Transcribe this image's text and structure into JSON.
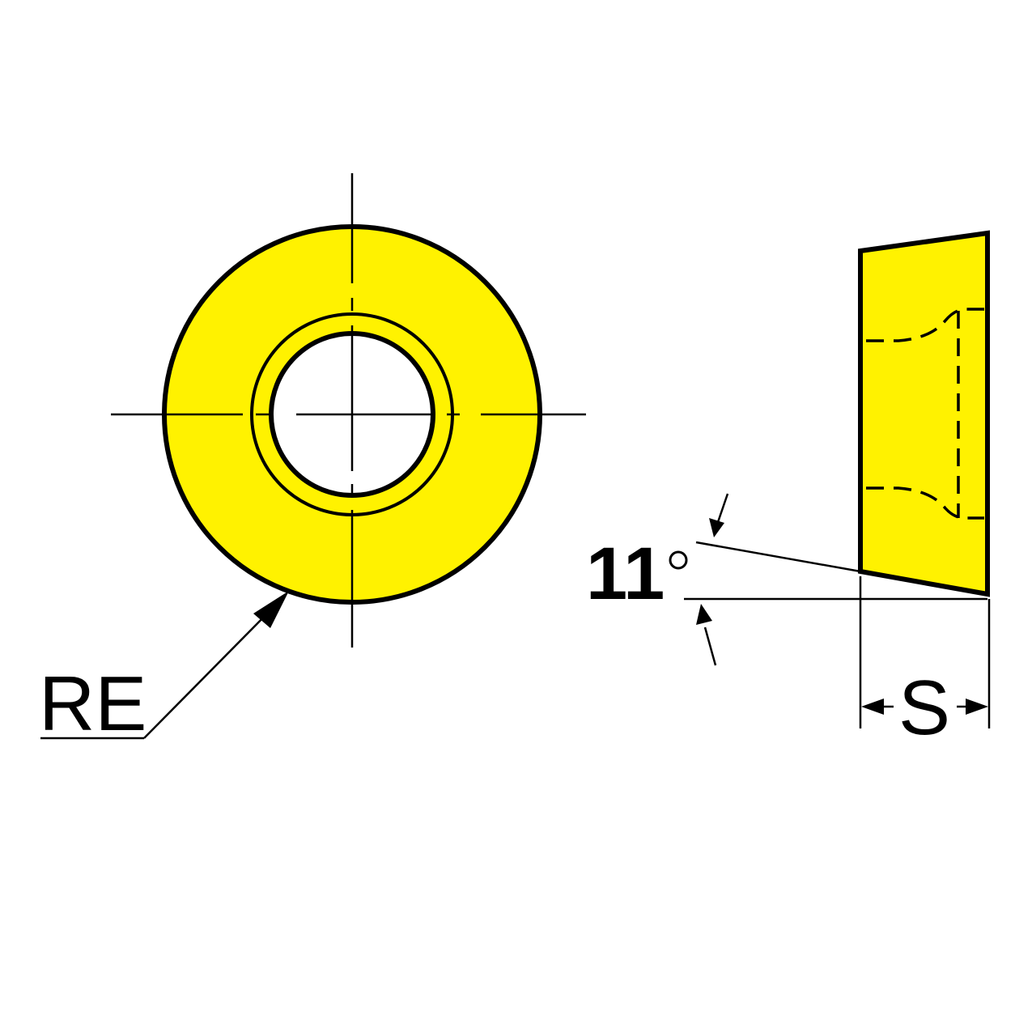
{
  "colors": {
    "insert_fill": "#FFF200",
    "outline": "#000000",
    "background": "#FFFFFF"
  },
  "labels": {
    "radius": "RE",
    "angle_value": "11",
    "angle_unit": "°",
    "thickness": "S"
  }
}
